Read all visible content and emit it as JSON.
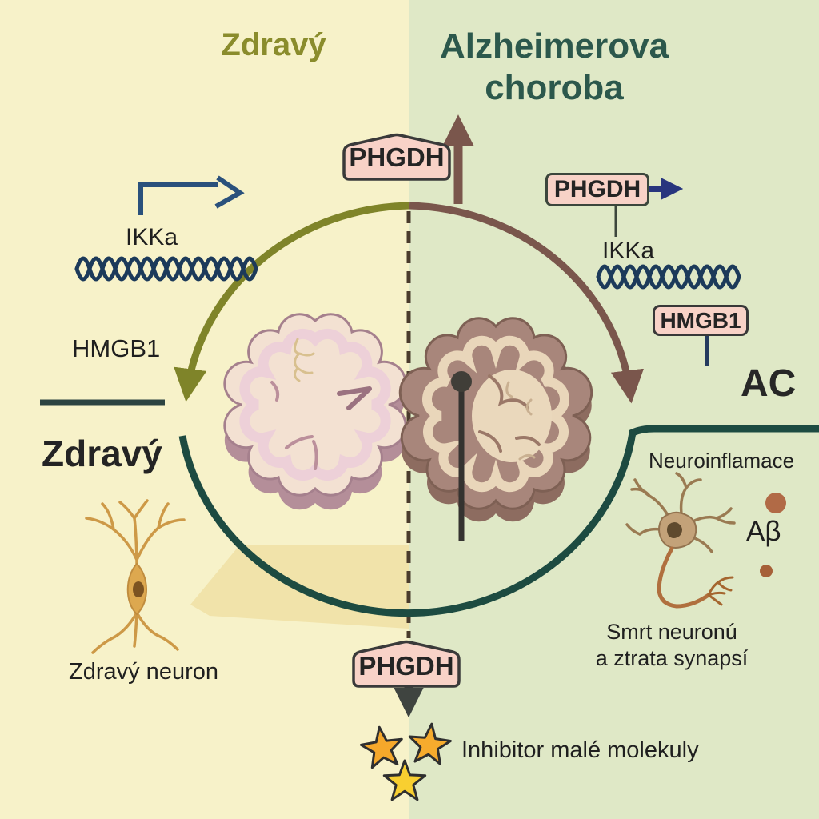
{
  "diagram": {
    "left_panel": {
      "title": "Zdravý",
      "ikka_label": "IKKa",
      "hmgb1_label": "HMGB1",
      "outcome_label": "Zdravý",
      "neuron_caption": "Zdravý neuron"
    },
    "right_panel": {
      "title_line1": "Alzheimerova",
      "title_line2": "choroba",
      "phgdh_label": "PHGDH",
      "ikka_label": "IKKa",
      "hmgb1_label": "HMGB1",
      "outcome_label": "AC",
      "neuroinflammation_label": "Neuroinflamace",
      "abeta_label": "Aβ",
      "neuron_caption_line1": "Smrt neuronú",
      "neuron_caption_line2": "a ztrata synapsí"
    },
    "center": {
      "phgdh_top_label": "PHGDH",
      "phgdh_bottom_label": "PHGDH",
      "inhibitor_label": "Inhibitor malé molekuly"
    },
    "colors": {
      "left_bg": "#f7f2c9",
      "right_bg": "#dfe8c6",
      "healthy_arc_olive": "#7f8429",
      "disease_arc_brown": "#7a564c",
      "outcome_arc_teal": "#1d4b41",
      "pink_box_bg": "#f8d2c7",
      "dna_navy": "#1c3a5a",
      "promoter_arrow_blue": "#2a517c",
      "export_arrow_blue": "#28357e",
      "star_gold": "#f5a82b",
      "star_yellow": "#f8cf30"
    }
  }
}
